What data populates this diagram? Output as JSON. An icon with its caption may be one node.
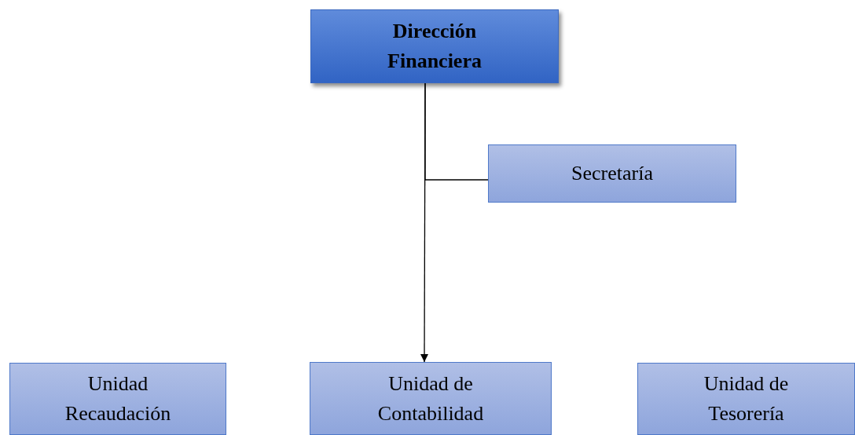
{
  "diagram": {
    "nodes": [
      {
        "text": [
          "Dirección Financiera"
        ]
      },
      {
        "text": [
          "Secretaría"
        ]
      },
      {
        "text": [
          "Unidad Recaudación"
        ]
      },
      {
        "text": [
          "Unidad de Contabilidad"
        ]
      },
      {
        "text": [
          "Unidad de Tesorería"
        ]
      }
    ],
    "edges": [
      {
        "from": 0,
        "to": 3,
        "arrow": "to"
      },
      {
        "from": 0,
        "to": 1,
        "arrow": "none"
      }
    ]
  }
}
